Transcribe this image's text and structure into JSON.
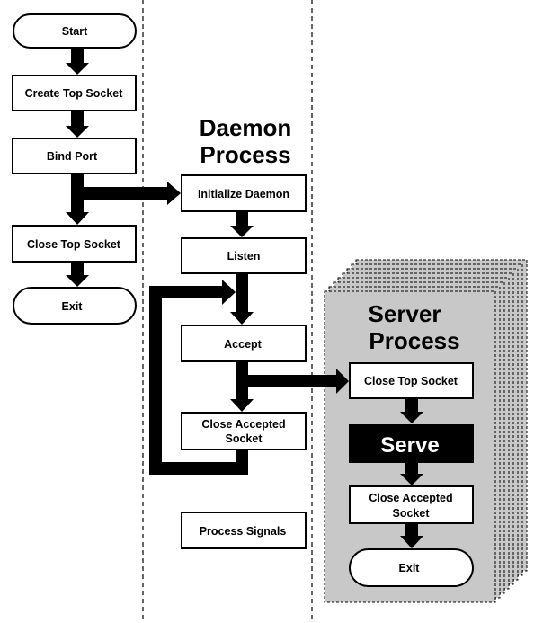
{
  "main_flow": {
    "start": "Start",
    "create_top_socket": "Create Top Socket",
    "bind_port": "Bind Port",
    "close_top_socket": "Close Top Socket",
    "exit": "Exit"
  },
  "daemon": {
    "title_line1": "Daemon",
    "title_line2": "Process",
    "initialize": "Initialize Daemon",
    "listen": "Listen",
    "accept": "Accept",
    "close_accepted_line1": "Close Accepted",
    "close_accepted_line2": "Socket",
    "process_signals": "Process Signals"
  },
  "server": {
    "title_line1": "Server",
    "title_line2": "Process",
    "close_top_socket": "Close Top Socket",
    "serve": "Serve",
    "close_accepted_line1": "Close Accepted",
    "close_accepted_line2": "Socket",
    "exit": "Exit"
  },
  "colors": {
    "panel_fill": "#c8c8c8",
    "ink": "#000000",
    "box_fill": "#ffffff"
  }
}
